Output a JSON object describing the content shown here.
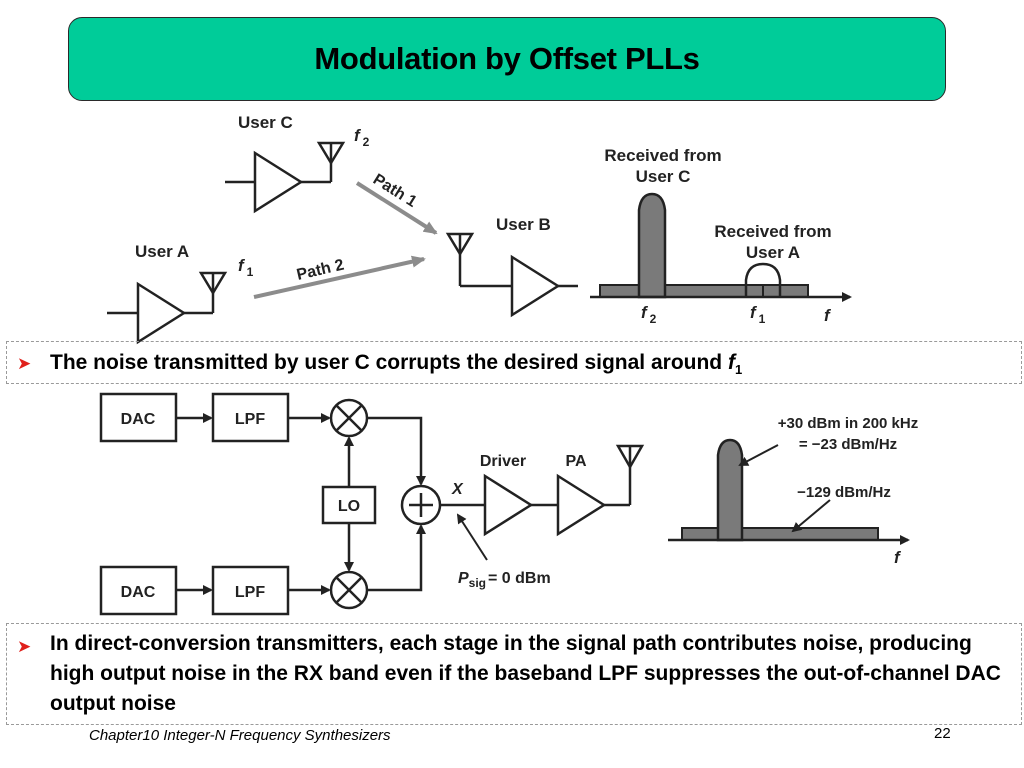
{
  "title": "Modulation by Offset PLLs",
  "top_diagram": {
    "user_c": "User C",
    "user_a": "User A",
    "user_b": "User B",
    "f2_base": "f",
    "f2_sub": "2",
    "f1_base": "f",
    "f1_sub": "1",
    "path1": "Path 1",
    "path2": "Path 2",
    "received_c_line1": "Received from",
    "received_c_line2": "User C",
    "received_a_line1": "Received from",
    "received_a_line2": "User A",
    "axis_f2_base": "f",
    "axis_f2_sub": "2",
    "axis_f1_base": "f",
    "axis_f1_sub": "1",
    "axis_f": "f"
  },
  "bullet1": {
    "text": "The noise transmitted by user C corrupts the desired signal around ",
    "var_base": "f",
    "var_sub": "1"
  },
  "tx_diagram": {
    "dac_top": "DAC",
    "lpf_top": "LPF",
    "lo": "LO",
    "dac_bottom": "DAC",
    "lpf_bottom": "LPF",
    "driver": "Driver",
    "pa": "PA",
    "node_x": "X",
    "psig_base": "P",
    "psig_sub": "sig",
    "psig_value": "= 0 dBm",
    "annot_top_line1": "+30 dBm in 200 kHz",
    "annot_top_line2": "= −23 dBm/Hz",
    "annot_floor": "−129 dBm/Hz",
    "axis_f": "f"
  },
  "bullet2": {
    "text": "In direct-conversion transmitters, each stage in the signal path contributes noise, producing high output noise in the RX band even if the baseband LPF suppresses the out-of-channel DAC output noise"
  },
  "footer": {
    "chapter": "Chapter10 Integer-N Frequency Synthesizers",
    "page": "22"
  },
  "colors": {
    "title_bg": "#00cc99",
    "bullet_arrow": "#e0201b",
    "spectrum_fill": "#7a7a7a",
    "path_arrow": "#8c8c8c"
  }
}
